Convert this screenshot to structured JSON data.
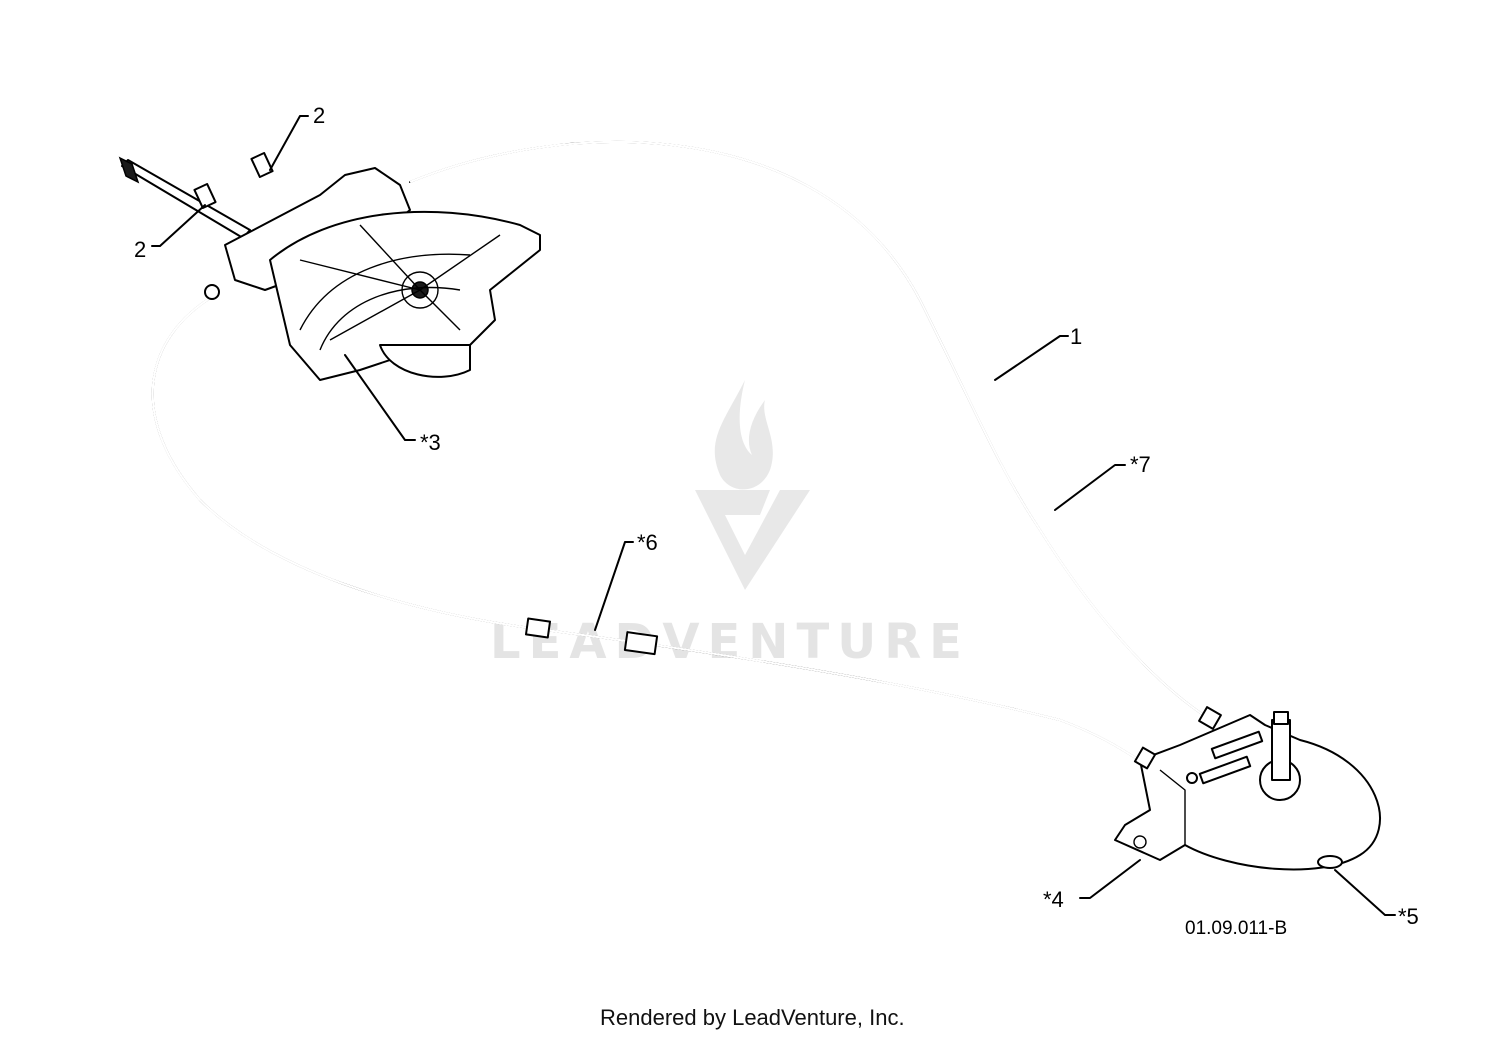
{
  "diagram": {
    "callouts": [
      {
        "id": "2a",
        "label": "2"
      },
      {
        "id": "2b",
        "label": "2"
      },
      {
        "id": "3",
        "label": "*3"
      },
      {
        "id": "1",
        "label": "1"
      },
      {
        "id": "7",
        "label": "*7"
      },
      {
        "id": "6",
        "label": "*6"
      },
      {
        "id": "4",
        "label": "*4"
      },
      {
        "id": "5",
        "label": "*5"
      }
    ],
    "drawing_code": "01.09.011-B",
    "credit": "Rendered by LeadVenture, Inc.",
    "watermark": "LEADVENTURE"
  },
  "colors": {
    "line": "#000000",
    "watermark": "#e2e2e2",
    "background": "#ffffff"
  }
}
